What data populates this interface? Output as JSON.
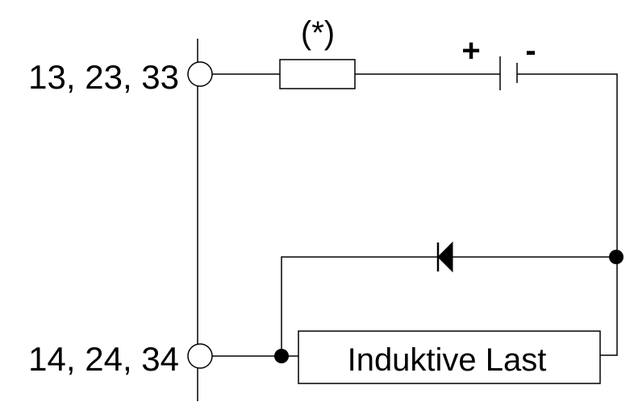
{
  "terminals": {
    "top": "13, 23, 33",
    "bottom": "14, 24, 34"
  },
  "fuse": {
    "note": "(*)"
  },
  "source": {
    "plus": "+",
    "minus": "-"
  },
  "load": {
    "label": "Induktive Last"
  },
  "colors": {
    "line": "#000000",
    "background": "#ffffff"
  }
}
